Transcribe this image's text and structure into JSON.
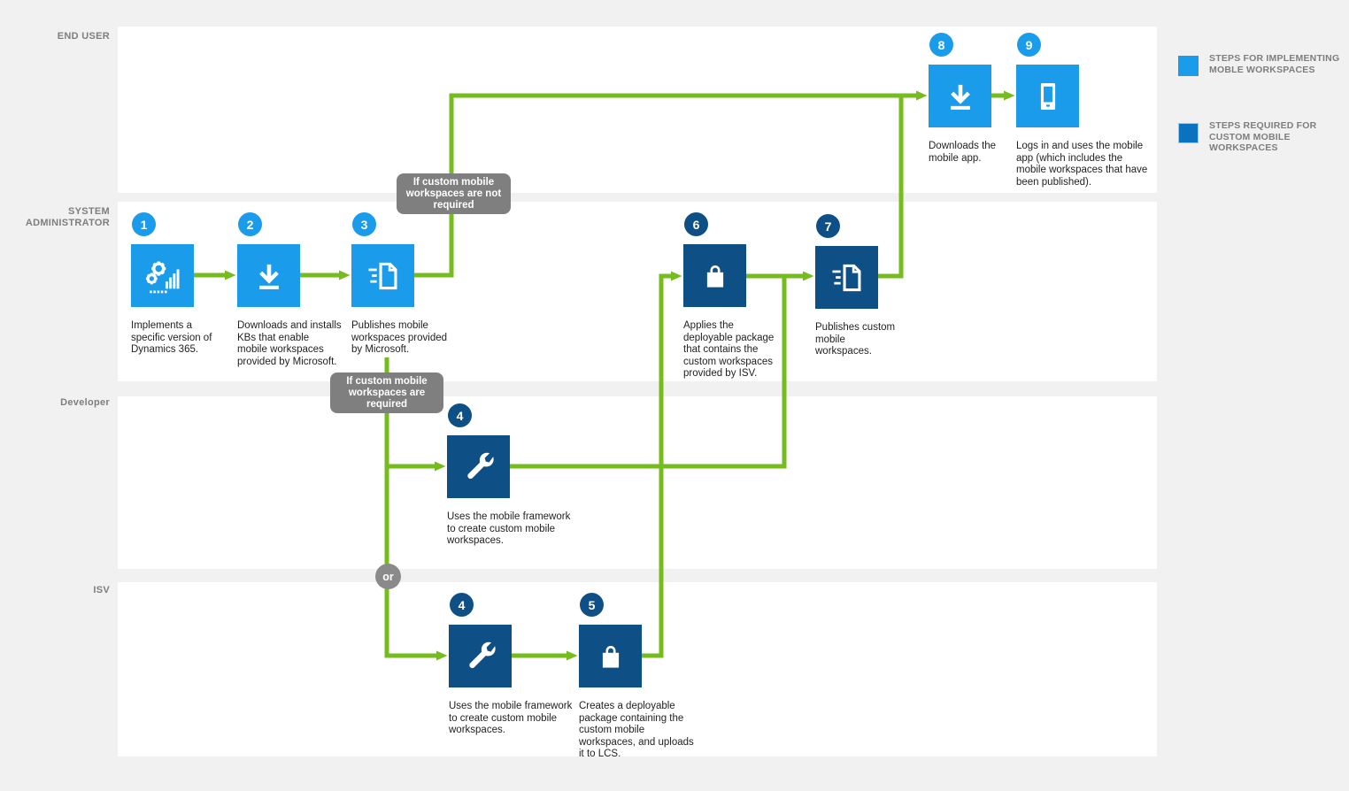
{
  "title": "Steps for implementing mobile workspaces flow diagram",
  "colors": {
    "light_blue": "#1B9CEB",
    "dark_blue": "#0E5085",
    "green": "#76BC1F",
    "callout_gray": "#7F7F7F",
    "or_gray": "#8A8A8A",
    "lane_label_gray": "#7E7E7E",
    "legend_custom_blue": "#0B72C0",
    "background": "#F1F1F1",
    "lane_white": "#FFFFFF",
    "caption_color": "#1F1F1F"
  },
  "lanes": [
    {
      "label": "END USER"
    },
    {
      "label": "SYSTEM ADMINISTRATOR"
    },
    {
      "label": "Developer"
    },
    {
      "label": "ISV"
    }
  ],
  "steps": {
    "s1": {
      "number": "1",
      "icon": "gears-chart",
      "caption": "Implements a specific version of Dynamics 365."
    },
    "s2": {
      "number": "2",
      "icon": "download",
      "caption": "Downloads and installs KBs that enable mobile workspaces provided by Microsoft."
    },
    "s3": {
      "number": "3",
      "icon": "publish",
      "caption": "Publishes mobile workspaces provided by Microsoft."
    },
    "s4dev": {
      "number": "4",
      "icon": "wrench",
      "caption": "Uses the mobile framework to create custom mobile workspaces."
    },
    "s4isv": {
      "number": "4",
      "icon": "wrench",
      "caption": "Uses the mobile framework to create custom mobile workspaces."
    },
    "s5": {
      "number": "5",
      "icon": "shopping-bag",
      "caption": "Creates a deployable package containing the custom mobile workspaces, and uploads it to LCS."
    },
    "s6": {
      "number": "6",
      "icon": "shopping-bag",
      "caption": "Applies the deployable package that contains the custom workspaces provided by ISV."
    },
    "s7": {
      "number": "7",
      "icon": "publish",
      "caption": "Publishes custom mobile workspaces."
    },
    "s8": {
      "number": "8",
      "icon": "download",
      "caption": "Downloads the mobile app."
    },
    "s9": {
      "number": "9",
      "icon": "mobile-phone",
      "caption": "Logs in and uses the mobile app (which includes the mobile workspaces that have been published)."
    }
  },
  "callouts": {
    "not_required": "If custom mobile workspaces are not required",
    "required": "If custom mobile workspaces are required"
  },
  "or_label": "or",
  "legend": [
    {
      "swatch_color": "#1B9CEB",
      "label": "STEPS FOR IMPLEMENTING MOBLE WORKSPACES"
    },
    {
      "swatch_color": "#0B72C0",
      "label": "STEPS REQUIRED FOR CUSTOM MOBILE WORKSPACES"
    }
  ]
}
